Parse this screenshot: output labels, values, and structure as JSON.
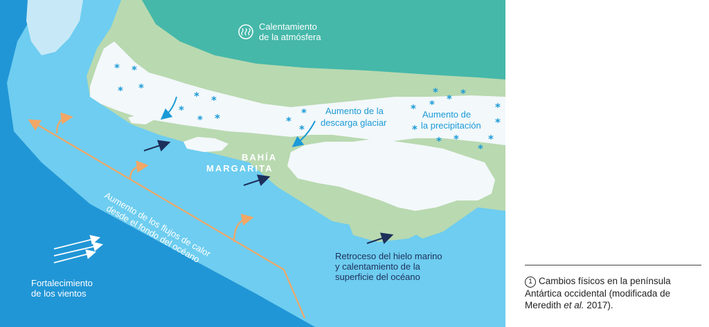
{
  "labels": {
    "atmosphere_line1": "Calentamiento",
    "atmosphere_line2": "de la atmósfera",
    "glacier_line1": "Aumento de la",
    "glacier_line2": "descarga glaciar",
    "precip_line1": "Aumento de",
    "precip_line2": "la precipitación",
    "bay_line1": "BAHÍA",
    "bay_line2": "MARGARITA",
    "heat_line1": "Aumento de los flujos de calor",
    "heat_line2": "desde el fondo del océano",
    "seaice_line1": "Retroceso del hielo marino",
    "seaice_line2": "y calentamiento de la",
    "seaice_line3": "superficie del océano",
    "winds_line1": "Fortalecimiento",
    "winds_line2": "de los vientos"
  },
  "caption": {
    "number": "1",
    "text_before": "Cambios físicos en la península Antártica occidental (modificada de Meredith ",
    "text_italic": "et al.",
    "text_after": " 2017)."
  },
  "colors": {
    "deep_ocean": "#2196d6",
    "shallow_ocean": "#6ecdf0",
    "land": "#b9d9b0",
    "atmosphere": "#45b8a9",
    "ice": "#f3f8fb",
    "orange_arrow": "#f2a766",
    "navy_arrow": "#1d2f5b",
    "accent_blue": "#1a9ad6"
  }
}
